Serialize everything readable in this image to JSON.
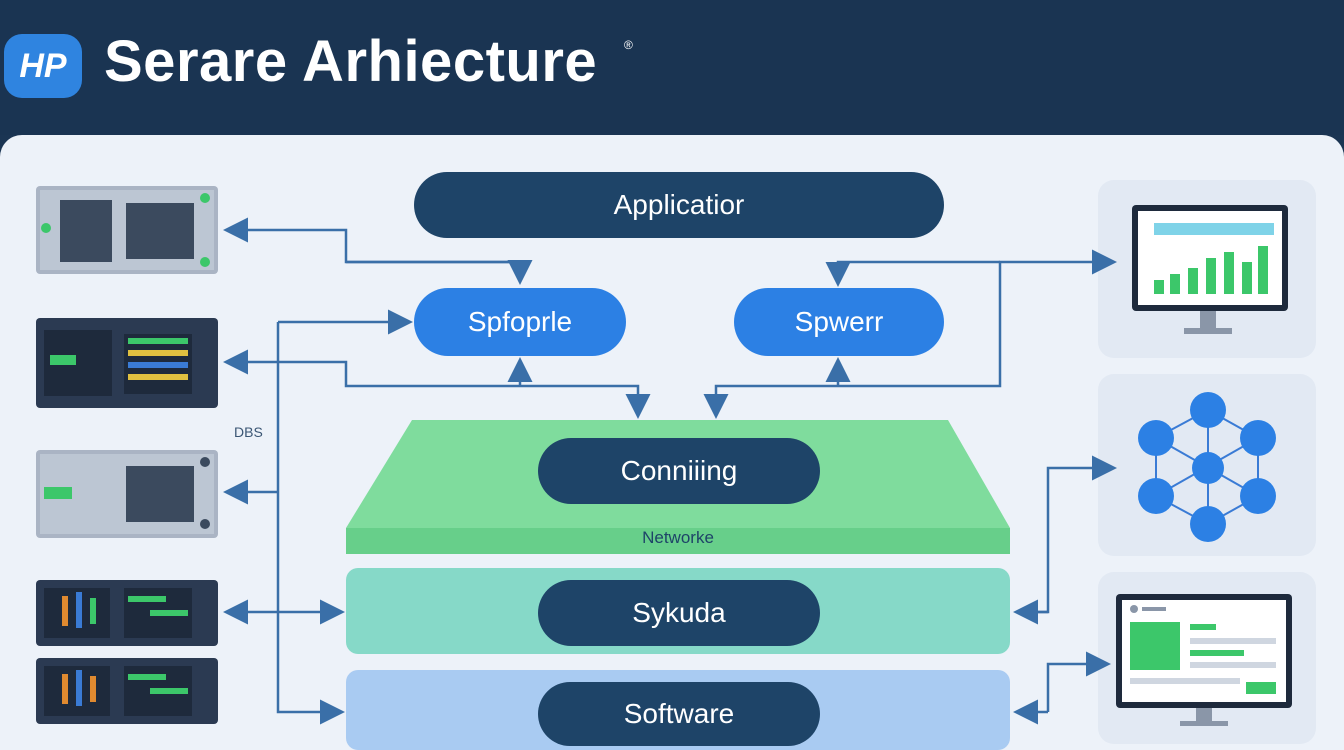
{
  "header": {
    "logo_text": "HP",
    "title": "Serare Arhiecture",
    "reg_mark": "®"
  },
  "diagram": {
    "application": "Applicatior",
    "left_service": "Spfoprle",
    "right_service": "Spwerr",
    "network_layer": {
      "box": "Conniiing",
      "label": "Networke"
    },
    "sykuda_layer": "Sykuda",
    "software_layer": "Software",
    "side_label": "DBS"
  },
  "colors": {
    "header": "#1a3452",
    "panel": "#edf2f9",
    "dark_pill": "#1e4468",
    "blue_pill": "#2c80e4",
    "network": "#7fdc9d",
    "sykuda": "#86d9c8",
    "software": "#a9cbf2",
    "arrow": "#3a6fa8",
    "accent_green": "#3cc76a"
  },
  "icons": [
    "server-rack-icon",
    "monitor-chart-icon",
    "network-hub-icon",
    "monitor-dashboard-icon"
  ]
}
